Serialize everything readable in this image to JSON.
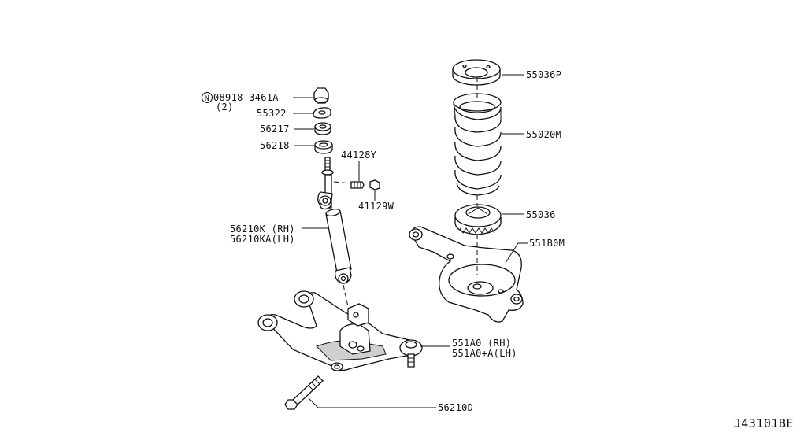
{
  "labels": {
    "nut": "08918-3461A",
    "nut_qty": "(2)",
    "nut_prefix": "N",
    "p55322": "55322",
    "p56217": "56217",
    "p56218": "56218",
    "p44128Y": "44128Y",
    "p41129W": "41129W",
    "p56210K": "56210K (RH)",
    "p56210KA": "56210KA(LH)",
    "p55036P": "55036P",
    "p55020M": "55020M",
    "p55036": "55036",
    "p551B0M": "551B0M",
    "p551A0": "551A0 (RH)",
    "p551A0A": "551A0+A(LH)",
    "p56210D": "56210D"
  },
  "reference": "J43101BE"
}
